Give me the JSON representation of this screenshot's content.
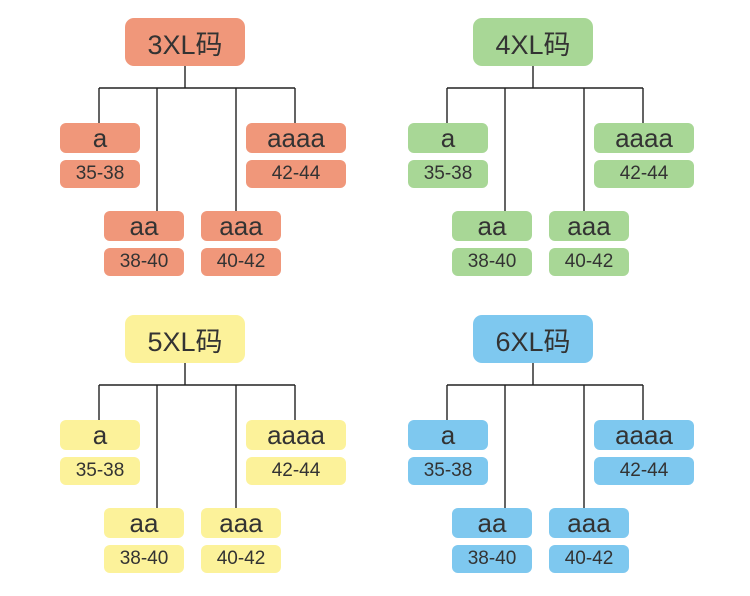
{
  "trees": [
    {
      "title": "3XL码",
      "color": "#f0977a",
      "nodes": [
        {
          "label": "a",
          "range": "35-38"
        },
        {
          "label": "aa",
          "range": "38-40"
        },
        {
          "label": "aaa",
          "range": "40-42"
        },
        {
          "label": "aaaa",
          "range": "42-44"
        }
      ]
    },
    {
      "title": "4XL码",
      "color": "#a8d796",
      "nodes": [
        {
          "label": "a",
          "range": "35-38"
        },
        {
          "label": "aa",
          "range": "38-40"
        },
        {
          "label": "aaa",
          "range": "40-42"
        },
        {
          "label": "aaaa",
          "range": "42-44"
        }
      ]
    },
    {
      "title": "5XL码",
      "color": "#fcf29a",
      "nodes": [
        {
          "label": "a",
          "range": "35-38"
        },
        {
          "label": "aa",
          "range": "38-40"
        },
        {
          "label": "aaa",
          "range": "40-42"
        },
        {
          "label": "aaaa",
          "range": "42-44"
        }
      ]
    },
    {
      "title": "6XL码",
      "color": "#7ec8ef",
      "nodes": [
        {
          "label": "a",
          "range": "35-38"
        },
        {
          "label": "aa",
          "range": "38-40"
        },
        {
          "label": "aaa",
          "range": "40-42"
        },
        {
          "label": "aaaa",
          "range": "42-44"
        }
      ]
    }
  ]
}
